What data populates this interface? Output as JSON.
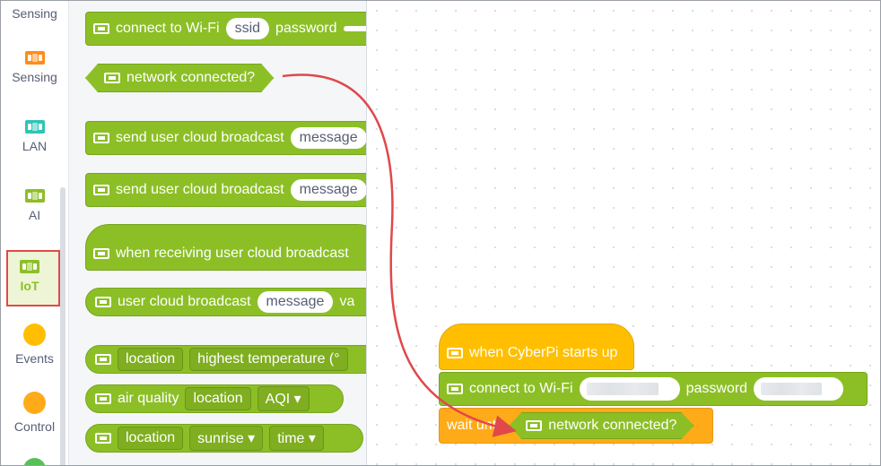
{
  "sidebar": {
    "items": [
      {
        "label": "Sensing"
      },
      {
        "label": "Sensing",
        "color": "#ff8c1a"
      },
      {
        "label": "LAN",
        "color": "#2ec4b6"
      },
      {
        "label": "AI",
        "color": "#8cbf26"
      },
      {
        "label": "IoT",
        "color": "#8cbf26",
        "selected": true
      },
      {
        "label": "Events",
        "color": "#ffbf00"
      },
      {
        "label": "Control",
        "color": "#ffab19"
      }
    ]
  },
  "palette": {
    "connect_wifi": {
      "label": "connect to Wi-Fi",
      "ssid": "ssid",
      "password_label": "password"
    },
    "network_connected": {
      "label": "network connected?"
    },
    "send_broadcast_1": {
      "label": "send user cloud broadcast",
      "arg": "message"
    },
    "send_broadcast_2": {
      "label": "send user cloud broadcast",
      "arg": "message"
    },
    "when_receiving": {
      "label": "when receiving user cloud broadcast"
    },
    "user_broadcast": {
      "label": "user cloud broadcast",
      "arg": "message",
      "suffix": "va"
    },
    "location_temp": {
      "location": "location",
      "field": "highest temperature (°"
    },
    "air_quality": {
      "label": "air quality",
      "location": "location",
      "metric": "AQI ▾"
    },
    "location_sun": {
      "location": "location",
      "event": "sunrise ▾",
      "unit": "time ▾"
    }
  },
  "workspace": {
    "hat": {
      "label": "when CyberPi starts up"
    },
    "connect": {
      "label": "connect to Wi-Fi",
      "password_label": "password"
    },
    "wait": {
      "label": "wait until",
      "condition": "network connected?"
    }
  },
  "colors": {
    "iot_green": "#8cbf26",
    "events_yellow": "#ffbf00",
    "control_orange": "#ffab19",
    "annotation_red": "#e0484b"
  }
}
